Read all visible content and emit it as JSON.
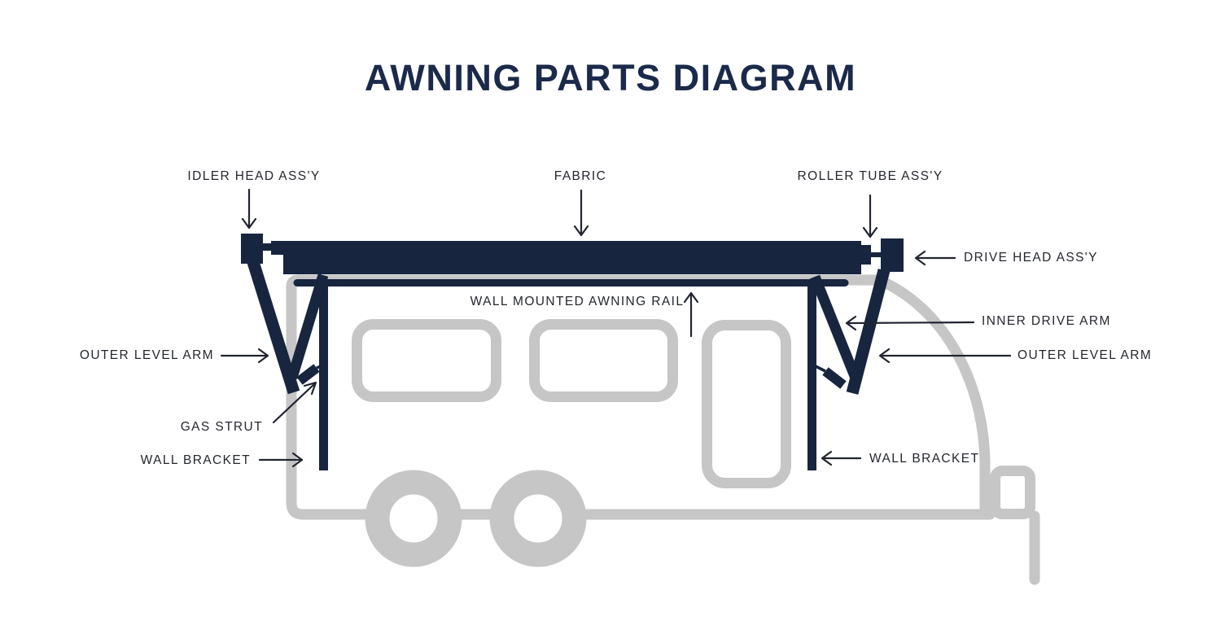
{
  "title": "AWNING PARTS DIAGRAM",
  "labels": {
    "idler_head": "IDLER HEAD ASS'Y",
    "fabric": "FABRIC",
    "roller_tube": "ROLLER TUBE ASS'Y",
    "drive_head": "DRIVE HEAD ASS'Y",
    "awning_rail": "WALL MOUNTED AWNING RAIL",
    "inner_drive_arm": "INNER DRIVE ARM",
    "outer_level_arm_left": "OUTER LEVEL ARM",
    "outer_level_arm_right": "OUTER LEVEL ARM",
    "gas_strut": "GAS STRUT",
    "wall_bracket_left": "WALL BRACKET",
    "wall_bracket_right": "WALL BRACKET"
  },
  "colors": {
    "navy": "#18253f",
    "title_navy": "#1b2a4a",
    "gray": "#c6c6c7",
    "label": "#24272e",
    "arrow": "#212530",
    "bg": "#ffffff"
  }
}
